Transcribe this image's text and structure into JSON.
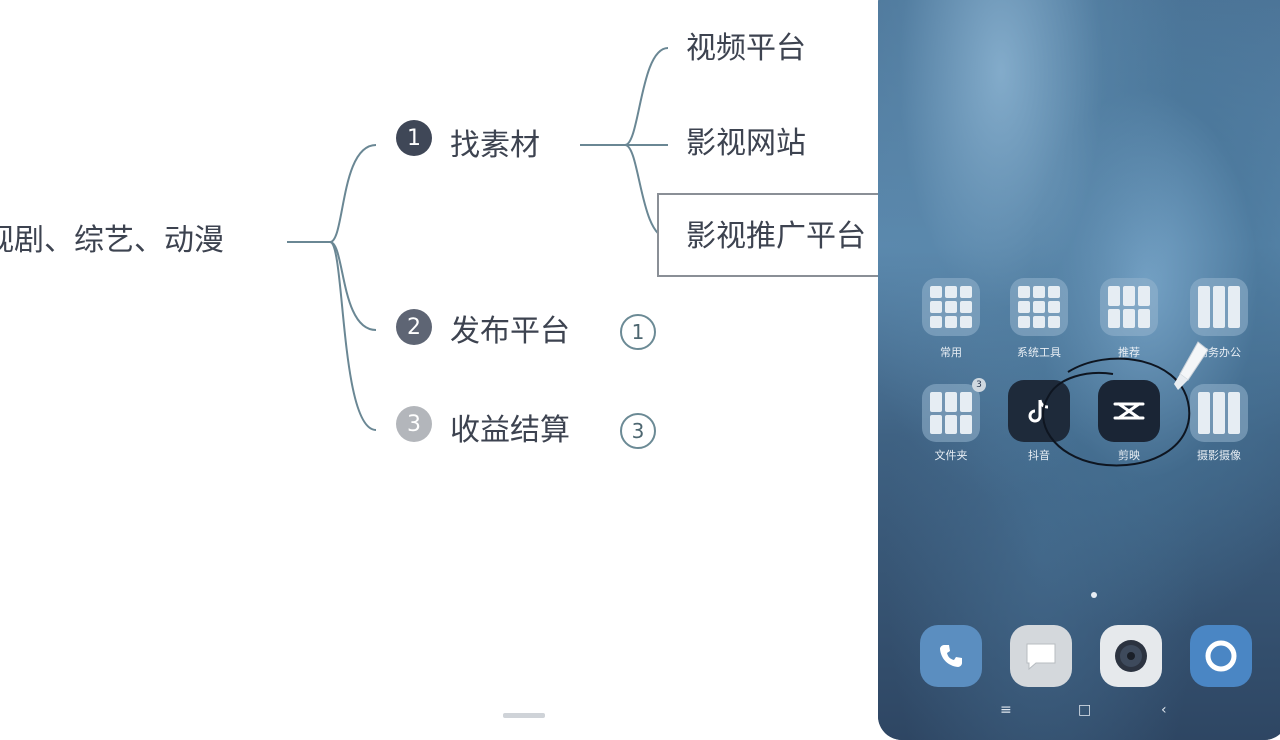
{
  "mindmap": {
    "root_text": "视剧、综艺、动漫",
    "branches": [
      {
        "num": "1",
        "label": "找素材",
        "badge_color": "#3f4757"
      },
      {
        "num": "2",
        "label": "发布平台",
        "badge_color": "#5e6574",
        "count": "1"
      },
      {
        "num": "3",
        "label": "收益结算",
        "badge_color": "#b3b6bb",
        "count": "3"
      }
    ],
    "sub_items": [
      "视频平台",
      "影视网站",
      "影视推广平台"
    ]
  },
  "phone": {
    "folders": [
      "常用",
      "系统工具",
      "推荐",
      "商务办公"
    ],
    "apps_row2": [
      "文件夹",
      "抖音",
      "剪映",
      "摄影摄像"
    ],
    "folder_badge": "3",
    "dock": [
      "phone-icon",
      "messages-icon",
      "camera-icon",
      "browser-icon"
    ],
    "nav": [
      "≡",
      "□",
      "‹"
    ]
  },
  "colors": {
    "line": "#6a8794",
    "badge_dark": "#3f4757",
    "badge_mid": "#5e6574",
    "badge_light": "#b3b6bb"
  }
}
